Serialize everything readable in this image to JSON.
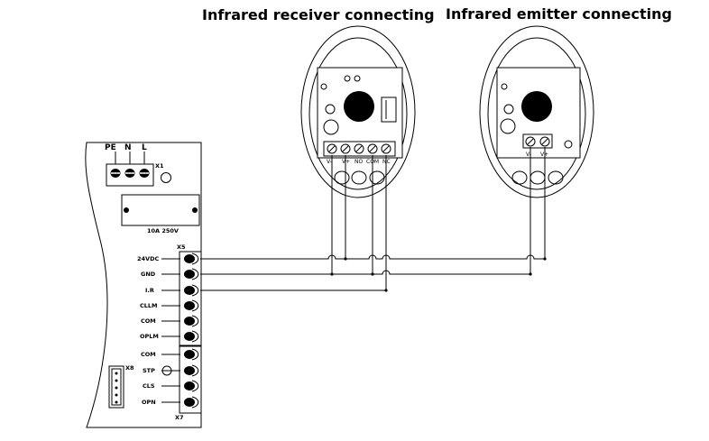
{
  "titles": {
    "receiver": "Infrared receiver connecting",
    "emitter": "Infrared emitter connecting"
  },
  "control_board": {
    "x1_label": "X1",
    "x1_terminals": [
      "PE",
      "N",
      "L"
    ],
    "fuse_rating": "10A 250V",
    "x5_label": "X5",
    "x5_terminals": [
      "24VDC",
      "GND",
      "I.R",
      "CLLM",
      "COM",
      "OPLM"
    ],
    "x7_label": "X7",
    "x7_terminals": [
      "COM",
      "STP",
      "CLS",
      "OPN"
    ],
    "x8_label": "X8"
  },
  "receiver": {
    "terminals": [
      "V-",
      "V+",
      "NO",
      "COM",
      "NC"
    ]
  },
  "emitter": {
    "terminals": [
      "V-",
      "V+"
    ]
  }
}
